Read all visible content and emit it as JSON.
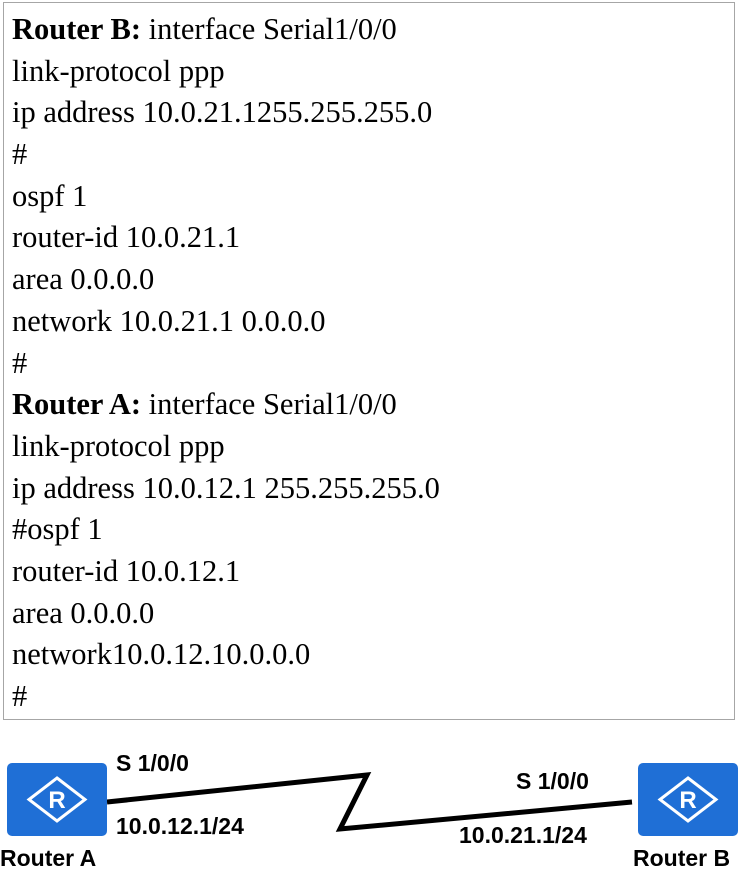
{
  "config": {
    "lines": [
      {
        "label": "Router B:",
        "text": " interface Serial1/0/0"
      },
      {
        "label": "",
        "text": "link-protocol ppp"
      },
      {
        "label": "",
        "text": "ip address 10.0.21.1255.255.255.0"
      },
      {
        "label": "",
        "text": "#"
      },
      {
        "label": "",
        "text": "ospf 1"
      },
      {
        "label": "",
        "text": "router-id 10.0.21.1"
      },
      {
        "label": "",
        "text": "area 0.0.0.0"
      },
      {
        "label": "",
        "text": "network 10.0.21.1 0.0.0.0"
      },
      {
        "label": "",
        "text": "#"
      },
      {
        "label": "Router A:",
        "text": " interface Serial1/0/0"
      },
      {
        "label": "",
        "text": "link-protocol ppp"
      },
      {
        "label": "",
        "text": "ip address 10.0.12.1 255.255.255.0"
      },
      {
        "label": "",
        "text": "#ospf 1"
      },
      {
        "label": "",
        "text": "router-id 10.0.12.1"
      },
      {
        "label": "",
        "text": "area 0.0.0.0"
      },
      {
        "label": "",
        "text": "network10.0.12.10.0.0.0"
      },
      {
        "label": "",
        "text": "#"
      }
    ]
  },
  "topology": {
    "router_a": {
      "name": "Router A",
      "interface": "S 1/0/0",
      "ip": "10.0.12.1/24",
      "icon": "router-icon",
      "glyph": "R"
    },
    "router_b": {
      "name": "Router B",
      "interface": "S 1/0/0",
      "ip": "10.0.21.1/24",
      "icon": "router-icon",
      "glyph": "R"
    },
    "link": {
      "type": "serial-link"
    }
  },
  "colors": {
    "router_fill": "#1f6fd6",
    "router_symbol": "#ffffff",
    "link": "#000000",
    "box_border": "#a6a6a6"
  }
}
